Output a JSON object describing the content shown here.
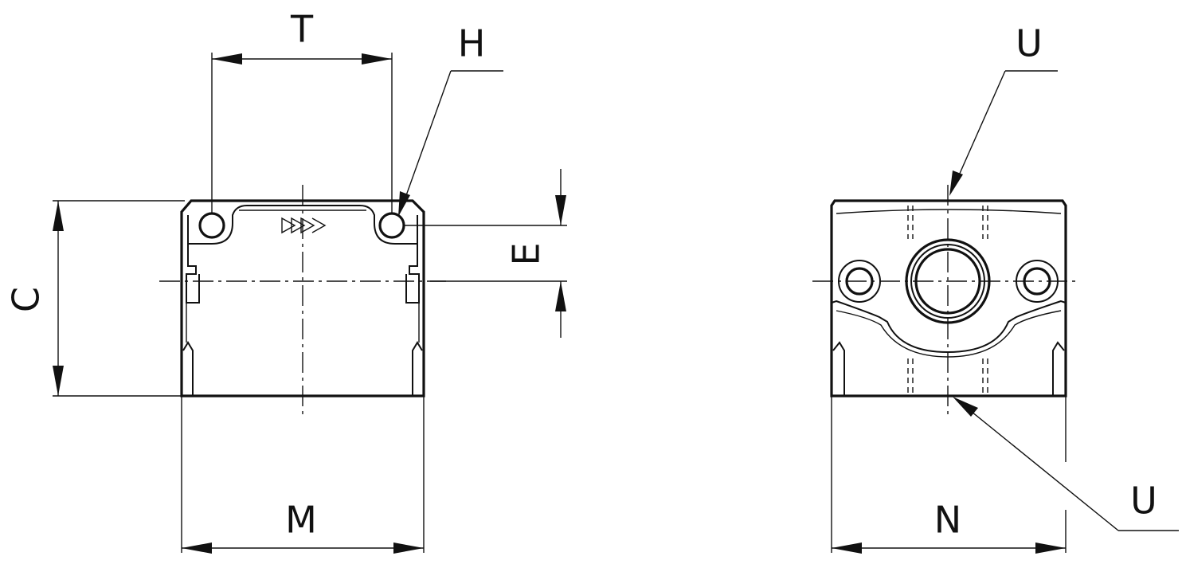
{
  "labels": {
    "T": "T",
    "H": "H",
    "C": "C",
    "E": "E",
    "M": "M",
    "U_top": "U",
    "U_bottom": "U",
    "N": "N"
  }
}
